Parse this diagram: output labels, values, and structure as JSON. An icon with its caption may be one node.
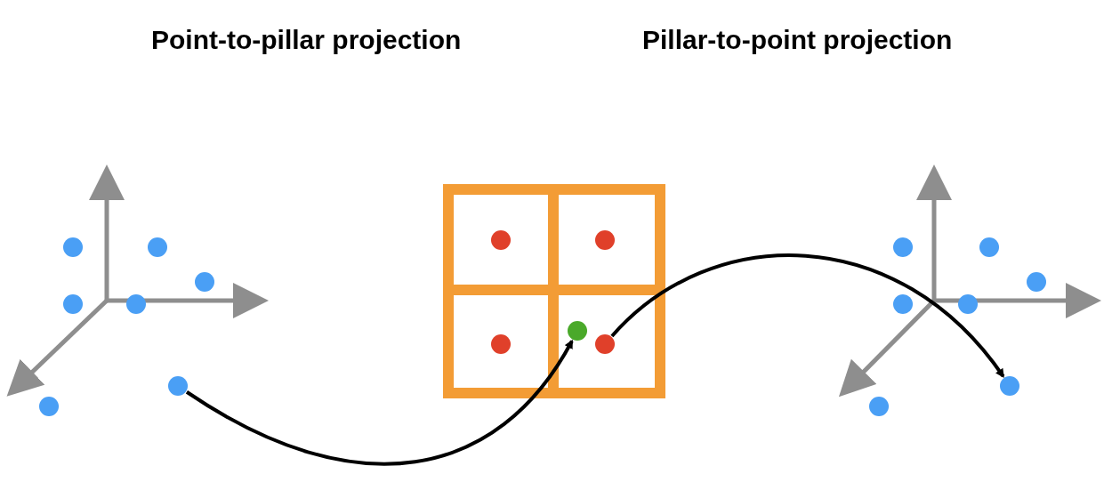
{
  "diagram": {
    "nodes": [
      {
        "text": [],
        "shape": "circle"
      },
      {
        "text": [],
        "shape": "circle"
      },
      {
        "text": [],
        "shape": "circle"
      },
      {
        "text": [],
        "shape": "circle"
      }
    ],
    "edges": [
      {
        "from": 0,
        "to": 1,
        "arrow": "to"
      },
      {
        "from": 2,
        "to": 3,
        "arrow": "to"
      }
    ],
    "labels": [
      "Point-to-pillar projection",
      "Pillar-to-point projection"
    ]
  }
}
